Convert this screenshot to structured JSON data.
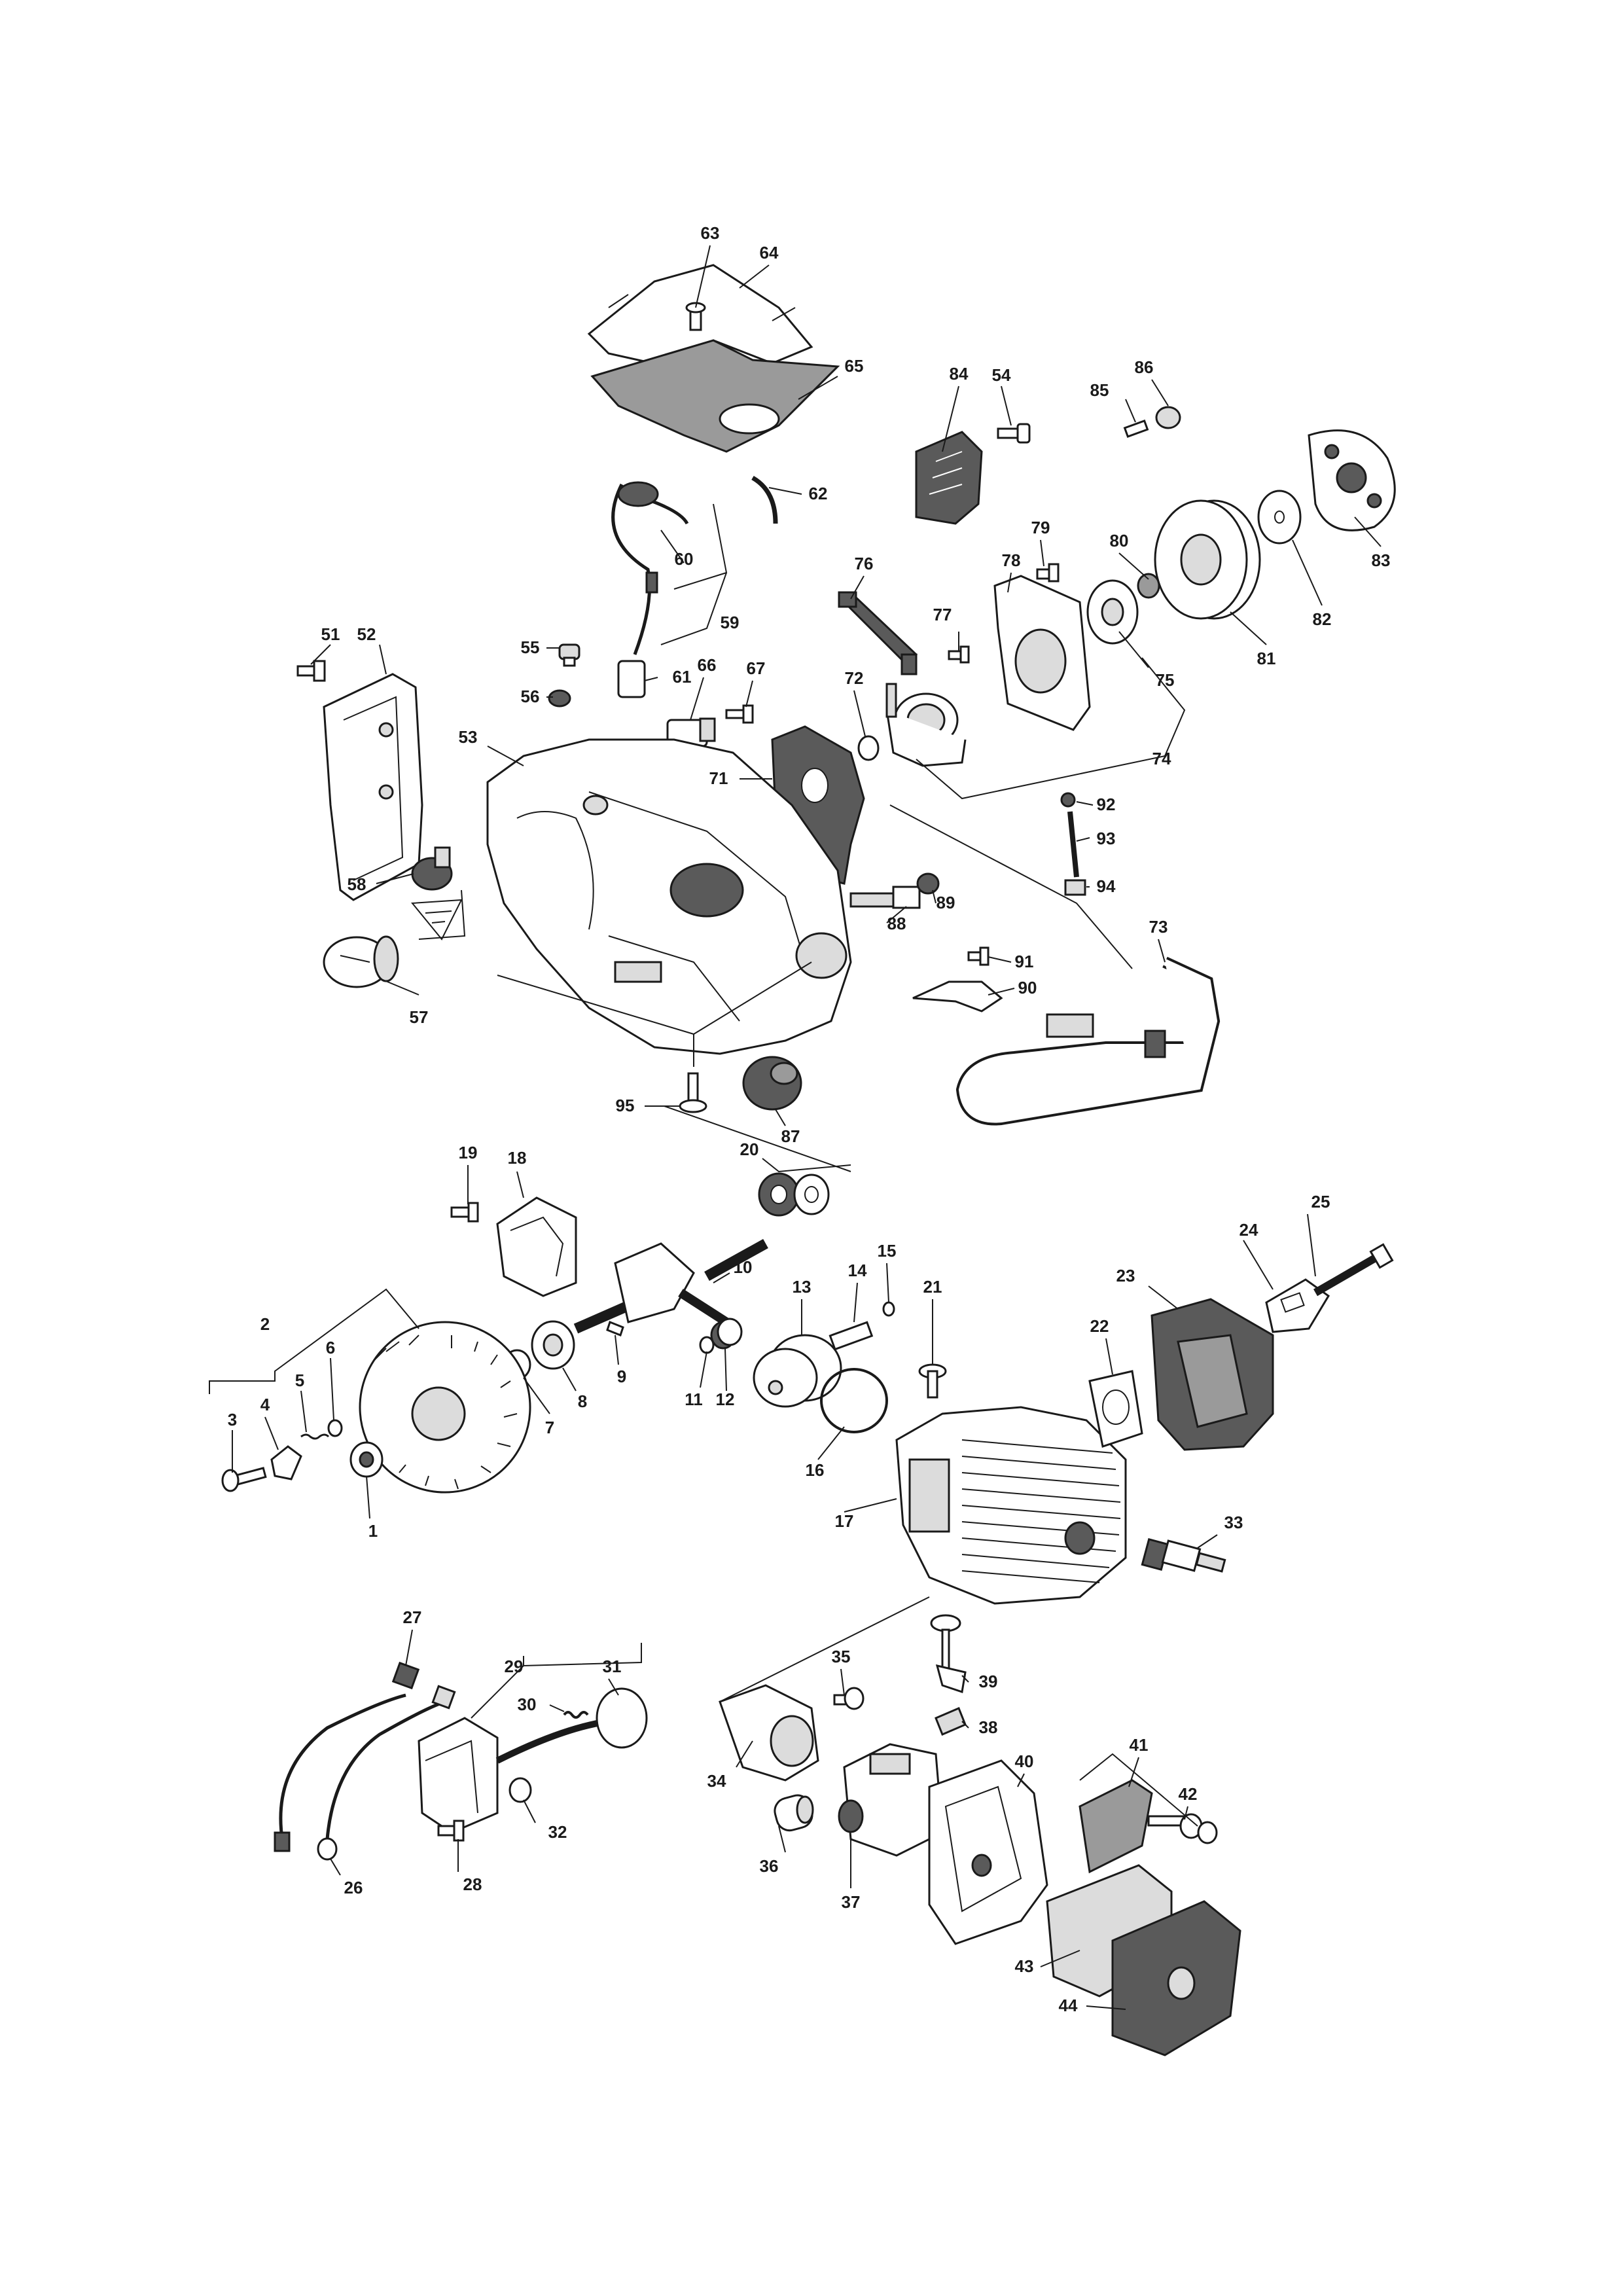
{
  "diagram": {
    "callouts": [
      {
        "id": "1",
        "text": "1"
      },
      {
        "id": "2",
        "text": "2"
      },
      {
        "id": "3",
        "text": "3"
      },
      {
        "id": "4",
        "text": "4"
      },
      {
        "id": "5",
        "text": "5"
      },
      {
        "id": "6",
        "text": "6"
      },
      {
        "id": "7",
        "text": "7"
      },
      {
        "id": "8",
        "text": "8"
      },
      {
        "id": "9",
        "text": "9"
      },
      {
        "id": "10",
        "text": "10"
      },
      {
        "id": "11",
        "text": "11"
      },
      {
        "id": "12",
        "text": "12"
      },
      {
        "id": "13",
        "text": "13"
      },
      {
        "id": "14",
        "text": "14"
      },
      {
        "id": "15",
        "text": "15"
      },
      {
        "id": "16",
        "text": "16"
      },
      {
        "id": "17",
        "text": "17"
      },
      {
        "id": "18",
        "text": "18"
      },
      {
        "id": "19",
        "text": "19"
      },
      {
        "id": "20",
        "text": "20"
      },
      {
        "id": "21",
        "text": "21"
      },
      {
        "id": "22",
        "text": "22"
      },
      {
        "id": "23",
        "text": "23"
      },
      {
        "id": "24",
        "text": "24"
      },
      {
        "id": "25",
        "text": "25"
      },
      {
        "id": "26",
        "text": "26"
      },
      {
        "id": "27",
        "text": "27"
      },
      {
        "id": "28",
        "text": "28"
      },
      {
        "id": "29",
        "text": "29"
      },
      {
        "id": "30",
        "text": "30"
      },
      {
        "id": "31",
        "text": "31"
      },
      {
        "id": "32",
        "text": "32"
      },
      {
        "id": "33",
        "text": "33"
      },
      {
        "id": "34",
        "text": "34"
      },
      {
        "id": "35",
        "text": "35"
      },
      {
        "id": "36",
        "text": "36"
      },
      {
        "id": "37",
        "text": "37"
      },
      {
        "id": "38",
        "text": "38"
      },
      {
        "id": "39",
        "text": "39"
      },
      {
        "id": "40",
        "text": "40"
      },
      {
        "id": "41",
        "text": "41"
      },
      {
        "id": "42",
        "text": "42"
      },
      {
        "id": "43",
        "text": "43"
      },
      {
        "id": "44",
        "text": "44"
      },
      {
        "id": "51",
        "text": "51"
      },
      {
        "id": "52",
        "text": "52"
      },
      {
        "id": "53",
        "text": "53"
      },
      {
        "id": "54",
        "text": "54"
      },
      {
        "id": "55",
        "text": "55"
      },
      {
        "id": "56",
        "text": "56"
      },
      {
        "id": "57",
        "text": "57"
      },
      {
        "id": "58",
        "text": "58"
      },
      {
        "id": "59",
        "text": "59"
      },
      {
        "id": "60",
        "text": "60"
      },
      {
        "id": "61",
        "text": "61"
      },
      {
        "id": "62",
        "text": "62"
      },
      {
        "id": "63",
        "text": "63"
      },
      {
        "id": "64",
        "text": "64"
      },
      {
        "id": "65",
        "text": "65"
      },
      {
        "id": "66",
        "text": "66"
      },
      {
        "id": "67",
        "text": "67"
      },
      {
        "id": "71",
        "text": "71"
      },
      {
        "id": "72",
        "text": "72"
      },
      {
        "id": "73",
        "text": "73"
      },
      {
        "id": "74",
        "text": "74"
      },
      {
        "id": "75",
        "text": "75"
      },
      {
        "id": "76",
        "text": "76"
      },
      {
        "id": "77",
        "text": "77"
      },
      {
        "id": "78",
        "text": "78"
      },
      {
        "id": "79",
        "text": "79"
      },
      {
        "id": "80",
        "text": "80"
      },
      {
        "id": "81",
        "text": "81"
      },
      {
        "id": "82",
        "text": "82"
      },
      {
        "id": "83",
        "text": "83"
      },
      {
        "id": "84",
        "text": "84"
      },
      {
        "id": "85",
        "text": "85"
      },
      {
        "id": "86",
        "text": "86"
      },
      {
        "id": "87",
        "text": "87"
      },
      {
        "id": "88",
        "text": "88"
      },
      {
        "id": "89",
        "text": "89"
      },
      {
        "id": "90",
        "text": "90"
      },
      {
        "id": "91",
        "text": "91"
      },
      {
        "id": "92",
        "text": "92"
      },
      {
        "id": "93",
        "text": "93"
      },
      {
        "id": "94",
        "text": "94"
      },
      {
        "id": "95",
        "text": "95"
      }
    ]
  }
}
